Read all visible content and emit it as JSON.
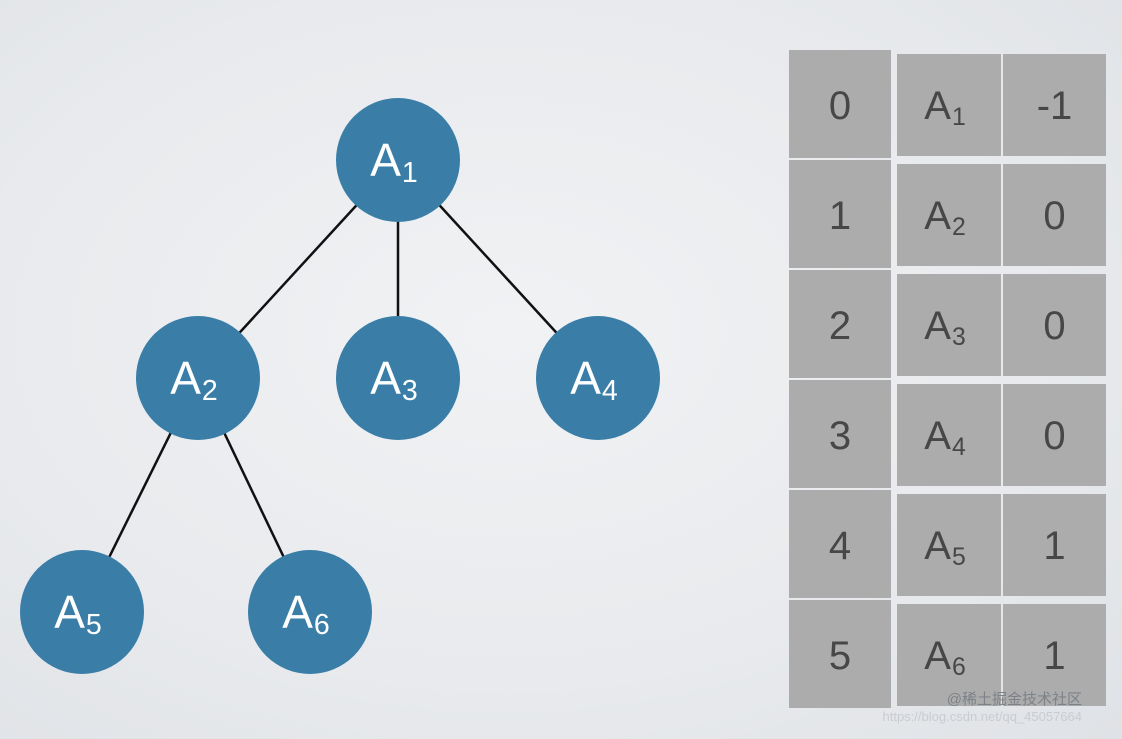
{
  "tree": {
    "nodes": [
      {
        "id": "n1",
        "label": "A",
        "sub": "1"
      },
      {
        "id": "n2",
        "label": "A",
        "sub": "2"
      },
      {
        "id": "n3",
        "label": "A",
        "sub": "3"
      },
      {
        "id": "n4",
        "label": "A",
        "sub": "4"
      },
      {
        "id": "n5",
        "label": "A",
        "sub": "5"
      },
      {
        "id": "n6",
        "label": "A",
        "sub": "6"
      }
    ],
    "edges": [
      {
        "from": "n1",
        "to": "n2"
      },
      {
        "from": "n1",
        "to": "n3"
      },
      {
        "from": "n1",
        "to": "n4"
      },
      {
        "from": "n2",
        "to": "n5"
      },
      {
        "from": "n2",
        "to": "n6"
      }
    ]
  },
  "table": {
    "rows": [
      {
        "index": "0",
        "data": "A",
        "sub": "1",
        "parent": "-1"
      },
      {
        "index": "1",
        "data": "A",
        "sub": "2",
        "parent": "0"
      },
      {
        "index": "2",
        "data": "A",
        "sub": "3",
        "parent": "0"
      },
      {
        "index": "3",
        "data": "A",
        "sub": "4",
        "parent": "0"
      },
      {
        "index": "4",
        "data": "A",
        "sub": "5",
        "parent": "1"
      },
      {
        "index": "5",
        "data": "A",
        "sub": "6",
        "parent": "1"
      }
    ]
  },
  "watermark": {
    "brand": "@稀土掘金技术社区",
    "url": "https://blog.csdn.net/qq_45057664"
  },
  "colors": {
    "node": "#3a7ea8",
    "cell": "#acacac",
    "cell_text": "#474747",
    "edge": "#111111"
  }
}
